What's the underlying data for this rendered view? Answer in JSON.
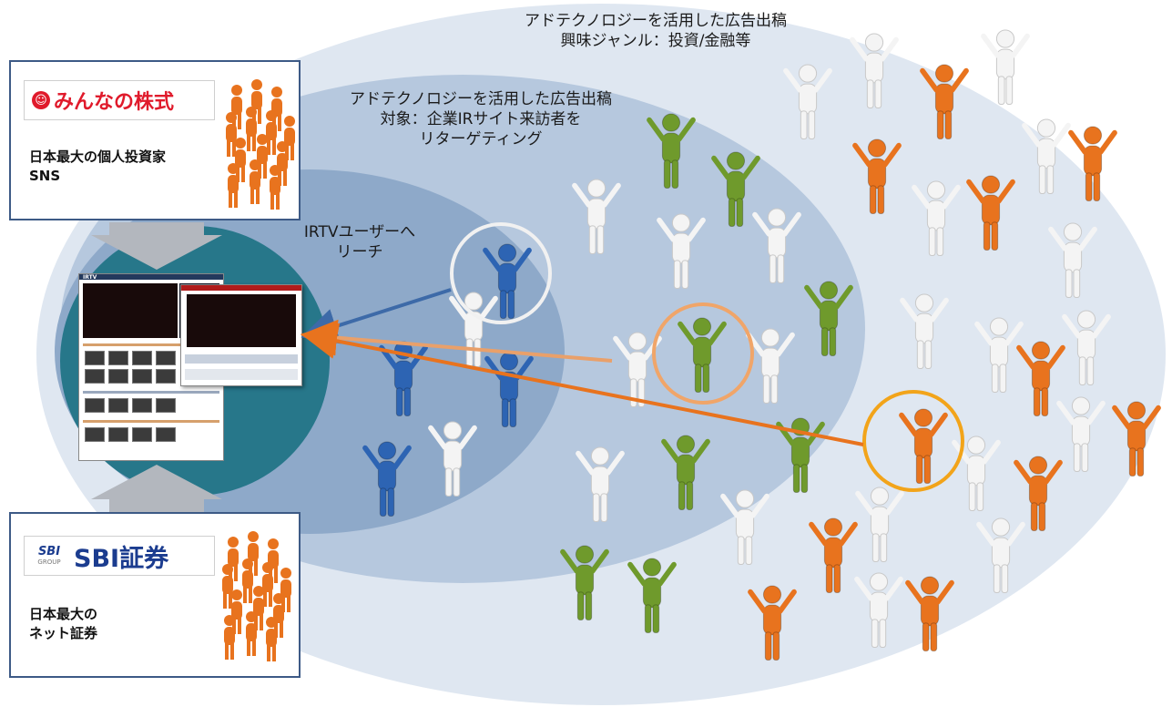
{
  "outer_audience": {
    "line1": "アドテクノロジーを活用した広告出稿",
    "line2": "興味ジャンル：投資/金融等"
  },
  "middle_audience": {
    "line1": "アドテクノロジーを活用した広告出稿",
    "line2": "対象：企業IRサイト来訪者を",
    "line3": "リターゲティング"
  },
  "inner_audience": {
    "line1": "IRTVユーザーへ",
    "line2": "リーチ"
  },
  "minkabu": {
    "logo_text": "みんなの株式",
    "logo_icon": "☺",
    "desc_line1": "日本最大の個人投資家",
    "desc_line2": "SNS"
  },
  "sbi": {
    "mark_main": "SBI",
    "mark_sub": "GROUP",
    "logo_text": "SBI証券",
    "desc_line1": "日本最大の",
    "desc_line2": "ネット証券"
  },
  "irtv_page": {
    "logo": "IRTV"
  },
  "colors": {
    "orange": "#e8731e",
    "green": "#6f9a2c",
    "blue": "#2d64b3",
    "white_figure": "#f4f4f4",
    "core": "#27778a",
    "box_border": "#3d5a86"
  },
  "icons": {
    "person": "person-figure-icon",
    "crowd": "crowd-icon",
    "arrow": "arrow-icon"
  }
}
